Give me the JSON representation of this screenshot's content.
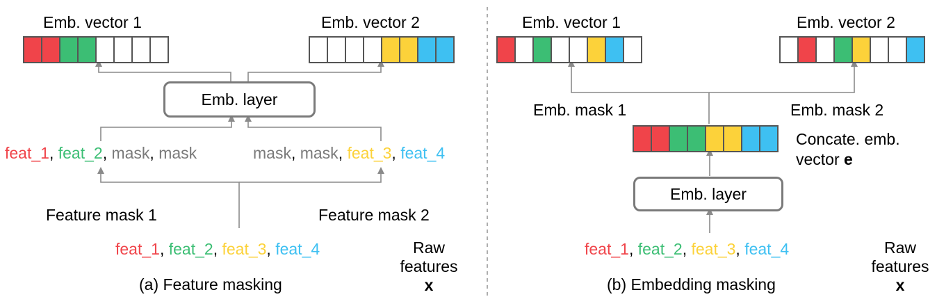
{
  "colors": {
    "red": "#f0444a",
    "green": "#3cbe74",
    "yellow": "#fcd23a",
    "blue": "#3ec0f2",
    "gray": "#7a7a7a",
    "empty": "#ffffff"
  },
  "left": {
    "emb_vector_1_label": "Emb. vector 1",
    "emb_vector_2_label": "Emb. vector 2",
    "vector_1_cells": [
      "red",
      "red",
      "green",
      "green",
      "empty",
      "empty",
      "empty",
      "empty"
    ],
    "vector_2_cells": [
      "empty",
      "empty",
      "empty",
      "empty",
      "yellow",
      "yellow",
      "blue",
      "blue"
    ],
    "emb_layer_label": "Emb. layer",
    "masked_1": [
      {
        "text": "feat_1",
        "color": "red"
      },
      {
        "text": ", ",
        "color": "black"
      },
      {
        "text": "feat_2",
        "color": "green"
      },
      {
        "text": ", ",
        "color": "black"
      },
      {
        "text": "mask",
        "color": "gray"
      },
      {
        "text": ", ",
        "color": "black"
      },
      {
        "text": "mask",
        "color": "gray"
      }
    ],
    "masked_2": [
      {
        "text": "mask",
        "color": "gray"
      },
      {
        "text": ", ",
        "color": "black"
      },
      {
        "text": "mask",
        "color": "gray"
      },
      {
        "text": ", ",
        "color": "black"
      },
      {
        "text": "feat_3",
        "color": "yellow"
      },
      {
        "text": ", ",
        "color": "black"
      },
      {
        "text": "feat_4",
        "color": "blue"
      }
    ],
    "feature_mask_1_label": "Feature mask 1",
    "feature_mask_2_label": "Feature mask 2",
    "raw": [
      {
        "text": "feat_1",
        "color": "red"
      },
      {
        "text": ", ",
        "color": "black"
      },
      {
        "text": "feat_2",
        "color": "green"
      },
      {
        "text": ", ",
        "color": "black"
      },
      {
        "text": "feat_3",
        "color": "yellow"
      },
      {
        "text": ", ",
        "color": "black"
      },
      {
        "text": "feat_4",
        "color": "blue"
      }
    ],
    "raw_label_1": "Raw",
    "raw_label_2": "features",
    "raw_symbol": "x",
    "caption": "(a) Feature masking"
  },
  "right": {
    "emb_vector_1_label": "Emb. vector 1",
    "emb_vector_2_label": "Emb. vector 2",
    "vector_1_cells": [
      "red",
      "empty",
      "green",
      "empty",
      "empty",
      "yellow",
      "blue",
      "empty"
    ],
    "vector_2_cells": [
      "empty",
      "red",
      "empty",
      "green",
      "yellow",
      "empty",
      "empty",
      "blue"
    ],
    "emb_mask_1_label": "Emb. mask 1",
    "emb_mask_2_label": "Emb. mask 2",
    "concat_cells": [
      "red",
      "red",
      "green",
      "green",
      "yellow",
      "yellow",
      "blue",
      "blue"
    ],
    "concat_label_1": "Concate. emb.",
    "concat_label_2": "vector",
    "concat_symbol": "e",
    "emb_layer_label": "Emb. layer",
    "raw": [
      {
        "text": "feat_1",
        "color": "red"
      },
      {
        "text": ", ",
        "color": "black"
      },
      {
        "text": "feat_2",
        "color": "green"
      },
      {
        "text": ", ",
        "color": "black"
      },
      {
        "text": "feat_3",
        "color": "yellow"
      },
      {
        "text": ", ",
        "color": "black"
      },
      {
        "text": "feat_4",
        "color": "blue"
      }
    ],
    "raw_label_1": "Raw",
    "raw_label_2": "features",
    "raw_symbol": "x",
    "caption": "(b) Embedding masking"
  }
}
